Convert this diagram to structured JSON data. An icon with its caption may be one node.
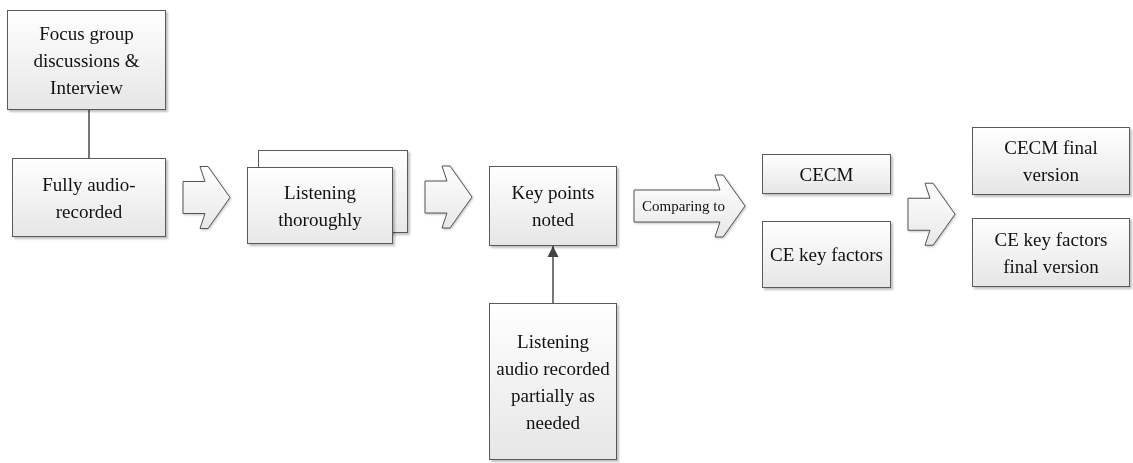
{
  "diagram": {
    "nodes": [
      {
        "text": [
          "Focus group discussions & Interview"
        ]
      },
      {
        "text": [
          "Fully audio-recorded"
        ]
      },
      {
        "text": [
          "Listening thoroughly"
        ]
      },
      {
        "text": [
          "Key points noted"
        ]
      },
      {
        "text": [
          "Listening audio recorded partially as needed"
        ]
      },
      {
        "text": [
          "CECM"
        ]
      },
      {
        "text": [
          "CE key factors"
        ]
      },
      {
        "text": [
          "CECM final version"
        ]
      },
      {
        "text": [
          "CE key factors final version"
        ]
      }
    ],
    "edges": [
      {
        "from": 0,
        "to": 1,
        "arrow": "none"
      },
      {
        "from": 1,
        "to": 2,
        "arrow": "to"
      },
      {
        "from": 2,
        "to": 3,
        "arrow": "to"
      },
      {
        "from": 3,
        "to": 5,
        "arrow": "to",
        "label": "Comparing to"
      },
      {
        "from": 3,
        "to": 6,
        "arrow": "to"
      },
      {
        "from": 4,
        "to": 3,
        "arrow": "to"
      },
      {
        "from": 5,
        "to": 7,
        "arrow": "to"
      },
      {
        "from": 6,
        "to": 8,
        "arrow": "to"
      }
    ]
  }
}
